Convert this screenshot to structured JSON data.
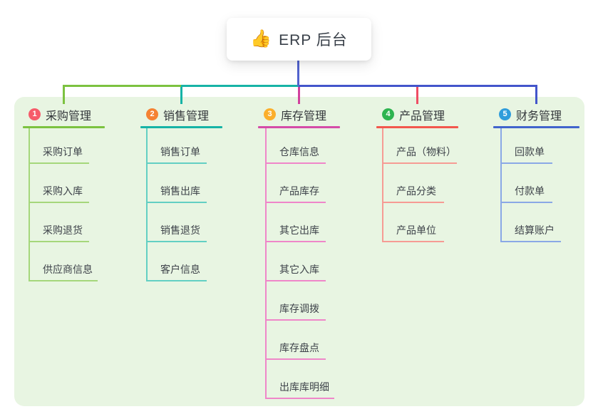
{
  "root": {
    "icon": "👍",
    "label": "ERP 后台"
  },
  "panel_color": "#e8f5e2",
  "connectors": {
    "root_line_color": "#5263cf",
    "bus_segment_colors": {
      "green": "#7cc240",
      "teal": "#17b3a6",
      "blue": "#4355cb"
    }
  },
  "branches": [
    {
      "index": "1",
      "label": "采购管理",
      "badge_color": "#f65b6a",
      "line_color": "#7cc240",
      "child_line_color": "#a5d77b",
      "drop_color": "#7cc240",
      "children": [
        {
          "label": "采购订单"
        },
        {
          "label": "采购入库"
        },
        {
          "label": "采购退货"
        },
        {
          "label": "供应商信息"
        }
      ]
    },
    {
      "index": "2",
      "label": "销售管理",
      "badge_color": "#f58233",
      "line_color": "#17b3a6",
      "child_line_color": "#63cfc3",
      "drop_color": "#17b3a6",
      "children": [
        {
          "label": "销售订单"
        },
        {
          "label": "销售出库"
        },
        {
          "label": "销售退货"
        },
        {
          "label": "客户信息"
        }
      ]
    },
    {
      "index": "3",
      "label": "库存管理",
      "badge_color": "#fbaf2c",
      "line_color": "#d44ca8",
      "child_line_color": "#ef86c9",
      "drop_color": "#d2419e",
      "children": [
        {
          "label": "仓库信息"
        },
        {
          "label": "产品库存"
        },
        {
          "label": "其它出库"
        },
        {
          "label": "其它入库"
        },
        {
          "label": "库存调拨"
        },
        {
          "label": "库存盘点"
        },
        {
          "label": "出库库明细"
        }
      ]
    },
    {
      "index": "4",
      "label": "产品管理",
      "badge_color": "#2eb450",
      "line_color": "#f2574d",
      "child_line_color": "#f69b94",
      "drop_color": "#ef4d64",
      "children": [
        {
          "label": "产品（物料）"
        },
        {
          "label": "产品分类"
        },
        {
          "label": "产品单位"
        }
      ]
    },
    {
      "index": "5",
      "label": "财务管理",
      "badge_color": "#309ddb",
      "line_color": "#4164cc",
      "child_line_color": "#8aa8e6",
      "drop_color": "#4355cb",
      "children": [
        {
          "label": "回款单"
        },
        {
          "label": "付款单"
        },
        {
          "label": "结算账户"
        }
      ]
    }
  ]
}
